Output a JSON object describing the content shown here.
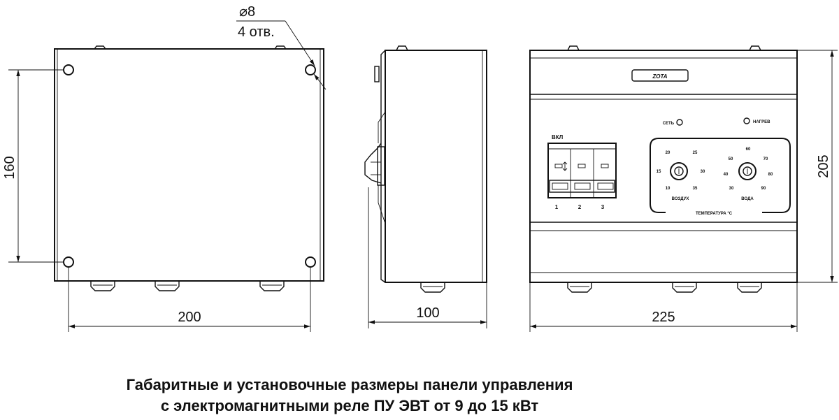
{
  "annotations": {
    "hole_diameter": "⌀8",
    "hole_count": "4 отв."
  },
  "dimensions": {
    "front_height": "160",
    "front_width": "200",
    "side_depth": "100",
    "panel_width": "225",
    "panel_height": "205"
  },
  "panel": {
    "logo": "ZOTA",
    "network_label": "СЕТЬ",
    "heating_label": "НАГРЕВ",
    "switch_label": "ВКЛ",
    "pole_labels": [
      "1",
      "2",
      "3"
    ],
    "temperature_label": "ТЕМПЕРАТУРА °С",
    "air_label": "ВОЗДУХ",
    "water_label": "ВОДА",
    "air_scale": [
      "20",
      "25",
      "15",
      "30",
      "10",
      "35"
    ],
    "water_scale": [
      "60",
      "50",
      "70",
      "40",
      "80",
      "30",
      "90"
    ]
  },
  "caption": {
    "line1": "Габаритные и установочные размеры панели управления",
    "line2": "с электромагнитными реле ПУ ЭВТ от 9 до 15 кВт"
  }
}
